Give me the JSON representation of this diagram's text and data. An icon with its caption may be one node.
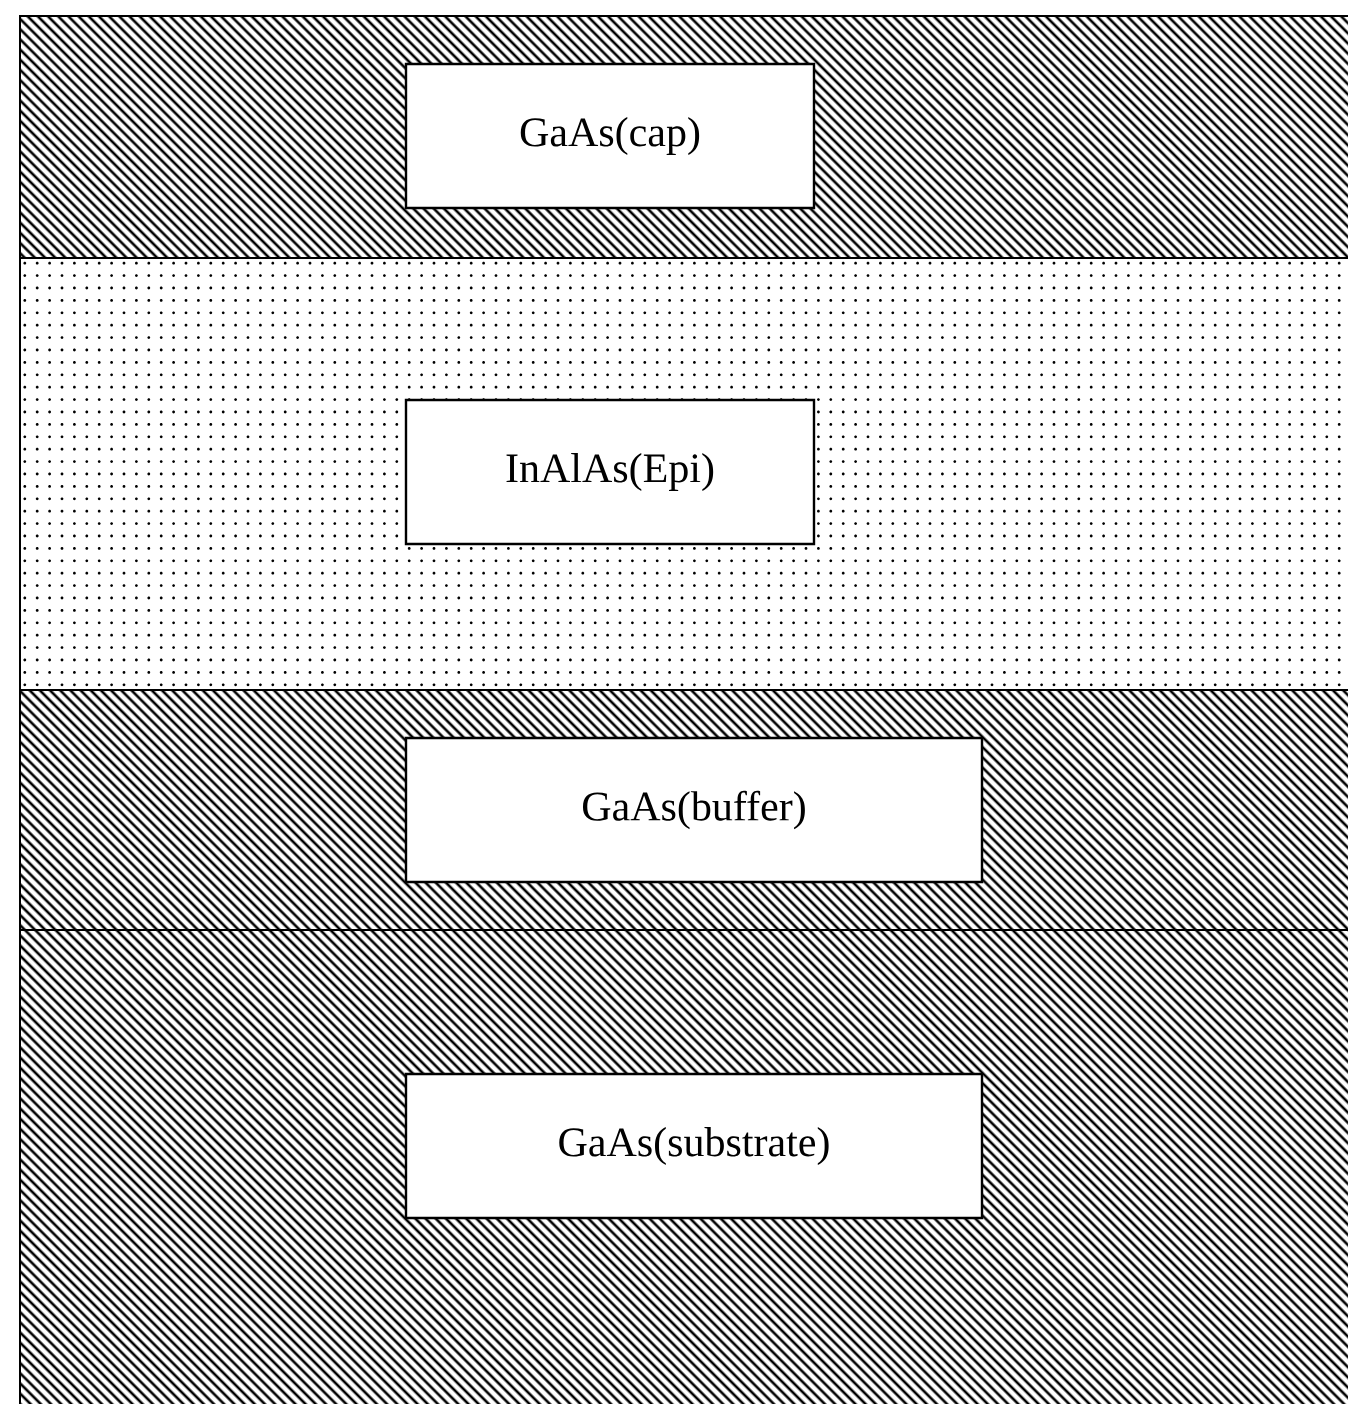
{
  "diagram": {
    "nodes": [
      {
        "text": [],
        "shape": "band"
      },
      {
        "text": [
          "GaAs(cap)"
        ],
        "in": 0
      },
      {
        "text": [],
        "shape": "band"
      },
      {
        "text": [
          "InAlAs(Epi)"
        ],
        "in": 2
      },
      {
        "text": [],
        "shape": "band"
      },
      {
        "text": [
          "GaAs(buffer)"
        ],
        "in": 4
      },
      {
        "text": [],
        "shape": "band"
      },
      {
        "text": [
          "GaAs(substrate)"
        ],
        "in": 6
      }
    ]
  }
}
